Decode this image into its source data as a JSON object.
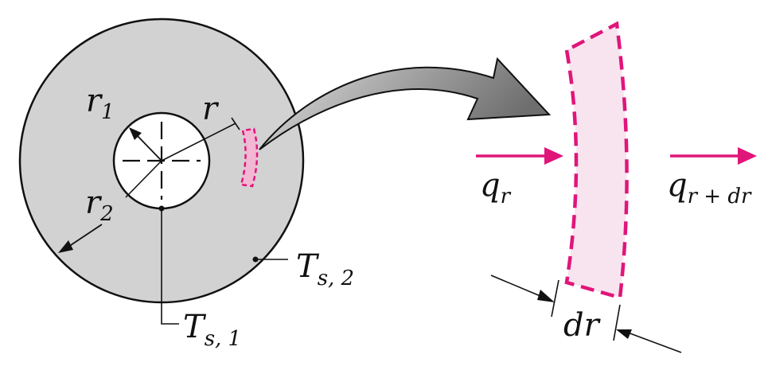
{
  "labels": {
    "r1": {
      "main": "r",
      "sub": "1"
    },
    "r2": {
      "main": "r",
      "sub": "2"
    },
    "r": {
      "main": "r"
    },
    "ts1": {
      "main": "T",
      "sub": "s, 1"
    },
    "ts2": {
      "main": "T",
      "sub": "s, 2"
    },
    "qr": {
      "main": "q",
      "sub": "r"
    },
    "qrdr": {
      "main": "q",
      "sub": "r + dr"
    },
    "dr": {
      "main": "dr"
    }
  },
  "colors": {
    "annulus_fill": "#d2d2d2",
    "element_stroke": "#e0157a",
    "element_fill": "#f8e4ef",
    "small_element_fill": "#f2b7d3",
    "flux_arrow": "#e0157a",
    "transfer_arrow": "#8f8f8f",
    "line": "#111111"
  }
}
